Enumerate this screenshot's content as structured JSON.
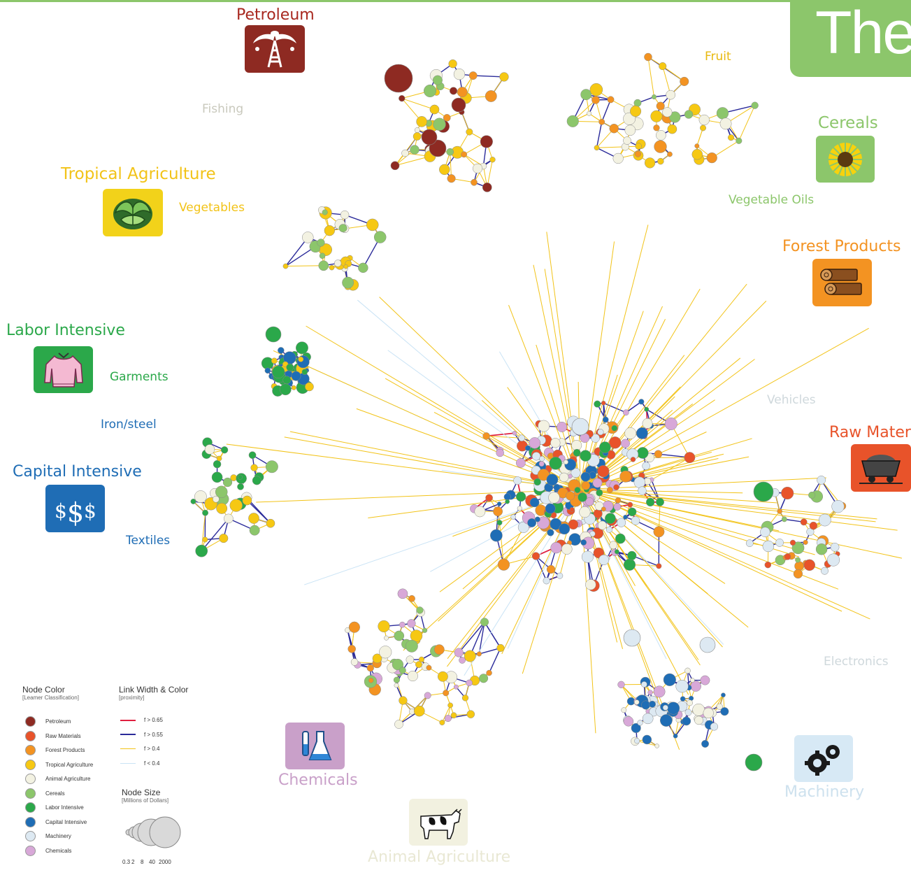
{
  "banner": {
    "title_fragment": "The"
  },
  "categories": {
    "petroleum": {
      "label": "Petroleum",
      "color": "#c0392b"
    },
    "fishing": {
      "label": "Fishing",
      "color": "#cfcfc4"
    },
    "fruit": {
      "label": "Fruit",
      "color": "#f2c318"
    },
    "cereals": {
      "label": "Cereals",
      "color": "#8cc66b"
    },
    "tropical_agriculture": {
      "label": "Tropical Agriculture",
      "color": "#f2c318"
    },
    "vegetables": {
      "label": "Vegetables",
      "color": "#f2c318"
    },
    "vegetable_oils": {
      "label": "Vegetable Oils",
      "color": "#8cc66b"
    },
    "forest_products": {
      "label": "Forest Products",
      "color": "#f39322"
    },
    "labor_intensive": {
      "label": "Labor Intensive",
      "color": "#2ba84a"
    },
    "garments": {
      "label": "Garments",
      "color": "#2ba84a"
    },
    "vehicles": {
      "label": "Vehicles",
      "color": "#cfd8dc"
    },
    "raw_materials": {
      "label": "Raw Mater",
      "color": "#e8532a"
    },
    "iron_steel": {
      "label": "Iron/steel",
      "color": "#1f6db5"
    },
    "capital_intensive": {
      "label": "Capital Intensive",
      "color": "#1f6db5"
    },
    "textiles": {
      "label": "Textiles",
      "color": "#1f6db5"
    },
    "electronics": {
      "label": "Electronics",
      "color": "#cfd8dc"
    },
    "chemicals": {
      "label": "Chemicals",
      "color": "#c9a0c9"
    },
    "machinery": {
      "label": "Machinery",
      "color": "#cfe3ef"
    },
    "animal_agriculture": {
      "label": "Animal Agriculture",
      "color": "#efeedd"
    }
  },
  "icons": {
    "petroleum": "oil-derrick-icon",
    "cereals": "sunflower-icon",
    "tropical_agriculture": "lettuce-icon",
    "forest_products": "logs-icon",
    "labor_intensive": "sweater-icon",
    "raw_materials": "mine-cart-icon",
    "capital_intensive": "dollar-signs-icon",
    "chemicals": "flask-icon",
    "machinery": "gears-icon",
    "animal_agriculture": "cow-icon"
  },
  "tile_colors": {
    "petroleum": "#8e2a22",
    "cereals": "#8cc66b",
    "tropical_agriculture": "#f2d21a",
    "forest_products": "#f39322",
    "labor_intensive": "#2ba84a",
    "raw_materials": "#e8532a",
    "capital_intensive": "#1f6db5",
    "chemicals": "#c9a0c9",
    "machinery": "#d7e9f5",
    "animal_agriculture": "#f2f1e0"
  },
  "legend": {
    "node_color": {
      "title": "Node Color",
      "subtitle": "[Leamer Classification]",
      "items": [
        {
          "label": "Petroleum",
          "color": "#8e2a22"
        },
        {
          "label": "Raw Materials",
          "color": "#e8532a"
        },
        {
          "label": "Forest Products",
          "color": "#f39322"
        },
        {
          "label": "Tropical Agriculture",
          "color": "#f6c813"
        },
        {
          "label": "Animal Agriculture",
          "color": "#f3f2e2"
        },
        {
          "label": "Cereals",
          "color": "#8cc66b"
        },
        {
          "label": "Labor Intensive",
          "color": "#2ba84a"
        },
        {
          "label": "Capital Intensive",
          "color": "#1f6db5"
        },
        {
          "label": "Machinery",
          "color": "#dde9f2"
        },
        {
          "label": "Chemicals",
          "color": "#d8a8d8"
        }
      ]
    },
    "link": {
      "title": "Link Width & Color",
      "subtitle": "[proximity]",
      "items": [
        {
          "label": "f > 0.65",
          "color": "#e02040",
          "width": 2.5
        },
        {
          "label": "f > 0.55",
          "color": "#2b2b9a",
          "width": 2
        },
        {
          "label": "f > 0.4",
          "color": "#f2c318",
          "width": 1.2
        },
        {
          "label": "f < 0.4",
          "color": "#c9e3f5",
          "width": 1
        }
      ]
    },
    "node_size": {
      "title": "Node Size",
      "subtitle": "[Millions of Dollars]",
      "values": [
        "0.3",
        "2",
        "8",
        "40",
        "2000"
      ]
    }
  }
}
